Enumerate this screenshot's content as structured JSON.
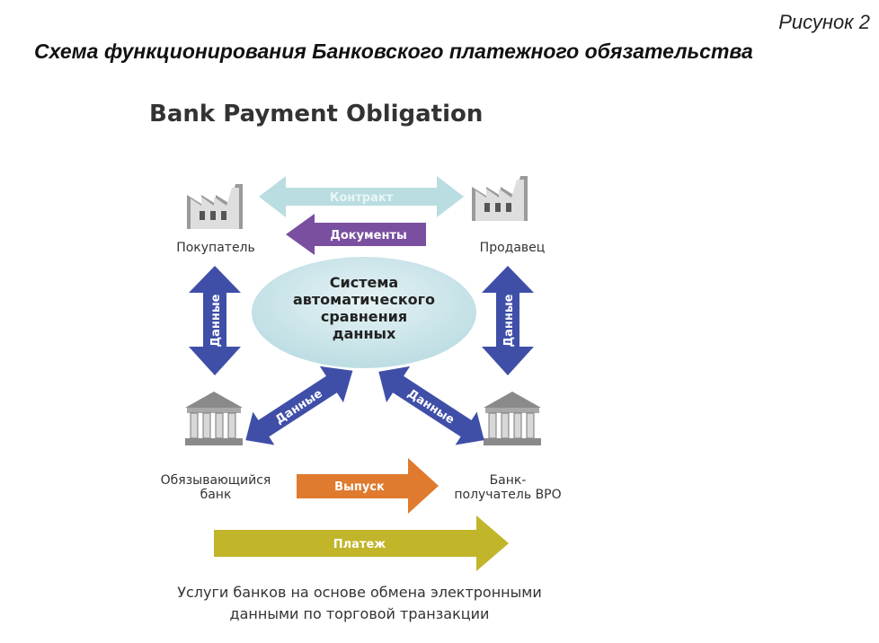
{
  "figure_label": "Рисунок 2",
  "figure_title": "Схема функционирования Банковского платежного обязательства",
  "diagram_title": "Bank Payment Obligation",
  "nodes": {
    "buyer": "Покупатель",
    "seller": "Продавец",
    "obligor_bank_line1": "Обязывающийся",
    "obligor_bank_line2": "банк",
    "recipient_bank_line1": "Банк-",
    "recipient_bank_line2": "получатель BPO",
    "center_line1": "Система",
    "center_line2": "автоматического",
    "center_line3": "сравнения",
    "center_line4": "данных"
  },
  "arrows": {
    "contract": "Контракт",
    "documents": "Документы",
    "data_left": "Данные",
    "data_right": "Данные",
    "data_diag_left": "Данные",
    "data_diag_right": "Данные",
    "issue": "Выпуск",
    "payment": "Платеж"
  },
  "footer": {
    "line1": "Услуги банков на основе обмена электронными",
    "line2": "данными по торговой транзакции"
  },
  "colors": {
    "light_blue": "#b9dde0",
    "purple": "#7b4fa0",
    "blue": "#3f4fa8",
    "orange": "#e07a2e",
    "olive": "#c1b52a",
    "ellipse": "#cfe7ec"
  }
}
